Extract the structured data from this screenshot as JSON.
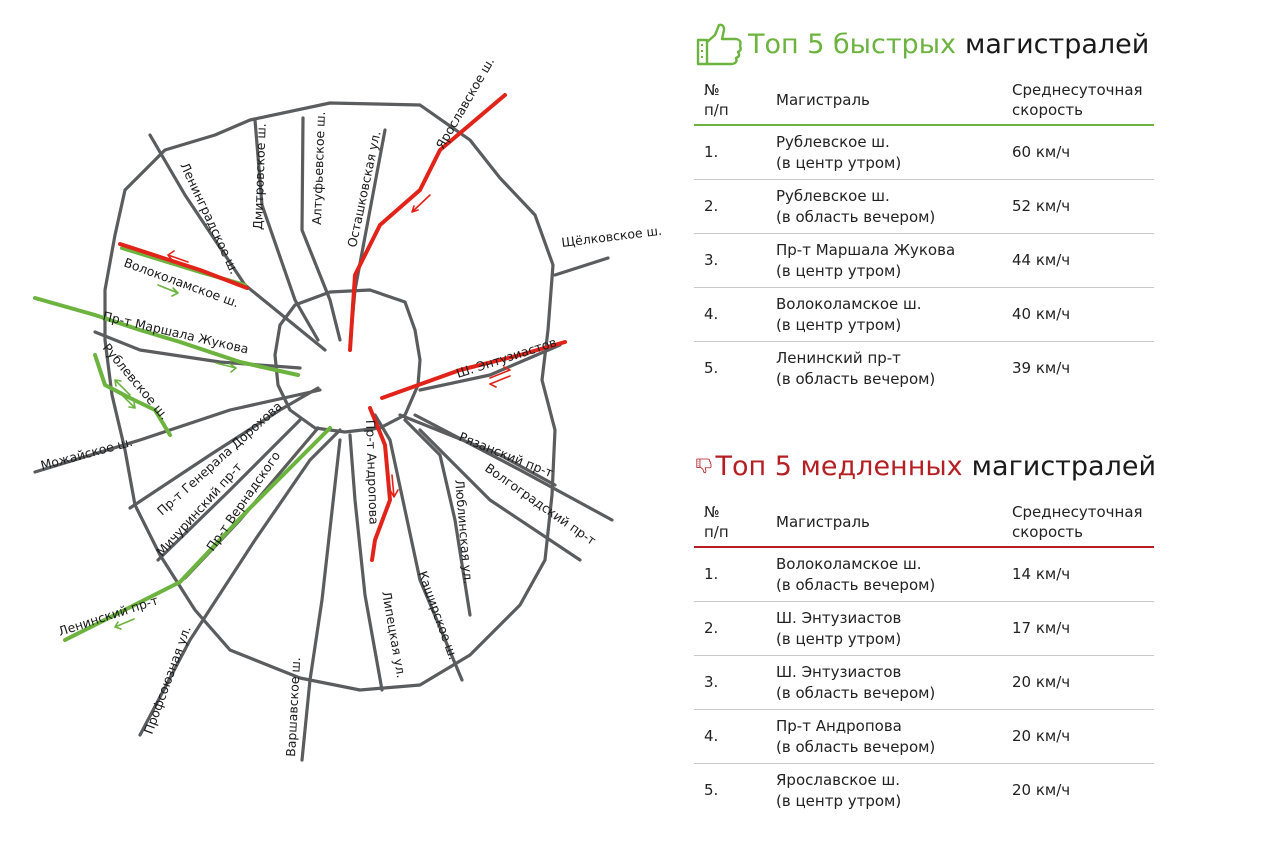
{
  "map": {
    "roads": {
      "leningradskoe": "Ленинградское ш.",
      "dmitrovskoe": "Дмитровское ш.",
      "altufevskoe": "Алтуфьевское ш.",
      "ostashkovskaya": "Осташковская ул.",
      "yaroslavskoe": "Ярославское ш.",
      "shchelkovskoe": "Щёлковское ш.",
      "volokolamskoe": "Волоколамское ш.",
      "zhukova": "Пр-т Маршала Жукова",
      "rublevskoe": "Рублевское ш.",
      "mozhayskoe": "Можайское ш.",
      "dorokhova": "Пр-т Генерала Дорохова",
      "michurinsky": "Мичуринский пр-т",
      "vernadskogo": "Пр-т Вернадского",
      "leninsky": "Ленинский пр-т",
      "profsoyuznaya": "Профсоюзная ул.",
      "varshavskoe": "Варшавское ш.",
      "lipetskaya": "Липецкая ул.",
      "kashirskoe": "Каширское ш.",
      "lyublinskaya": "Люблинская ул.",
      "volgogradsky": "Волгоградский пр-т",
      "ryazansky": "Рязанский пр-т",
      "entuziastov": "Ш. Энтузиастов",
      "andropova": "Пр-т Андропова"
    },
    "colors": {
      "road": "#5a5c5e",
      "fast": "#6cb33f",
      "slow": "#e2231a"
    }
  },
  "fast": {
    "icon": "thumbs-up-icon",
    "title_accent": "Топ 5 быстрых",
    "title_rest": "магистралей",
    "accent_color": "#6cb33f",
    "headers": {
      "num_1": "№",
      "num_2": "п/п",
      "road": "Магистраль",
      "speed_1": "Среднесуточная",
      "speed_2": "скорость"
    },
    "rows": [
      {
        "num": "1.",
        "road": "Рублевское ш.",
        "direction": "(в центр утром)",
        "speed": "60 км/ч"
      },
      {
        "num": "2.",
        "road": "Рублевское ш.",
        "direction": "(в область вечером)",
        "speed": "52 км/ч"
      },
      {
        "num": "3.",
        "road": "Пр-т Маршала Жукова",
        "direction": "(в центр утром)",
        "speed": "44 км/ч"
      },
      {
        "num": "4.",
        "road": "Волоколамское ш.",
        "direction": "(в центр утром)",
        "speed": "40 км/ч"
      },
      {
        "num": "5.",
        "road": "Ленинский пр-т",
        "direction": "(в область вечером)",
        "speed": "39 км/ч"
      }
    ]
  },
  "slow": {
    "icon": "thumbs-down-icon",
    "title_accent": "Топ 5 медленных",
    "title_rest": "магистралей",
    "accent_color": "#b51f24",
    "headers": {
      "num_1": "№",
      "num_2": "п/п",
      "road": "Магистраль",
      "speed_1": "Среднесуточная",
      "speed_2": "скорость"
    },
    "rows": [
      {
        "num": "1.",
        "road": "Волоколамское ш.",
        "direction": "(в область вечером)",
        "speed": "14 км/ч"
      },
      {
        "num": "2.",
        "road": "Ш. Энтузиастов",
        "direction": "(в центр утром)",
        "speed": "17 км/ч"
      },
      {
        "num": "3.",
        "road": "Ш. Энтузиастов",
        "direction": "(в область вечером)",
        "speed": "20 км/ч"
      },
      {
        "num": "4.",
        "road": "Пр-т Андропова",
        "direction": "(в область вечером)",
        "speed": "20 км/ч"
      },
      {
        "num": "5.",
        "road": "Ярославское ш.",
        "direction": "(в центр утром)",
        "speed": "20 км/ч"
      }
    ]
  }
}
